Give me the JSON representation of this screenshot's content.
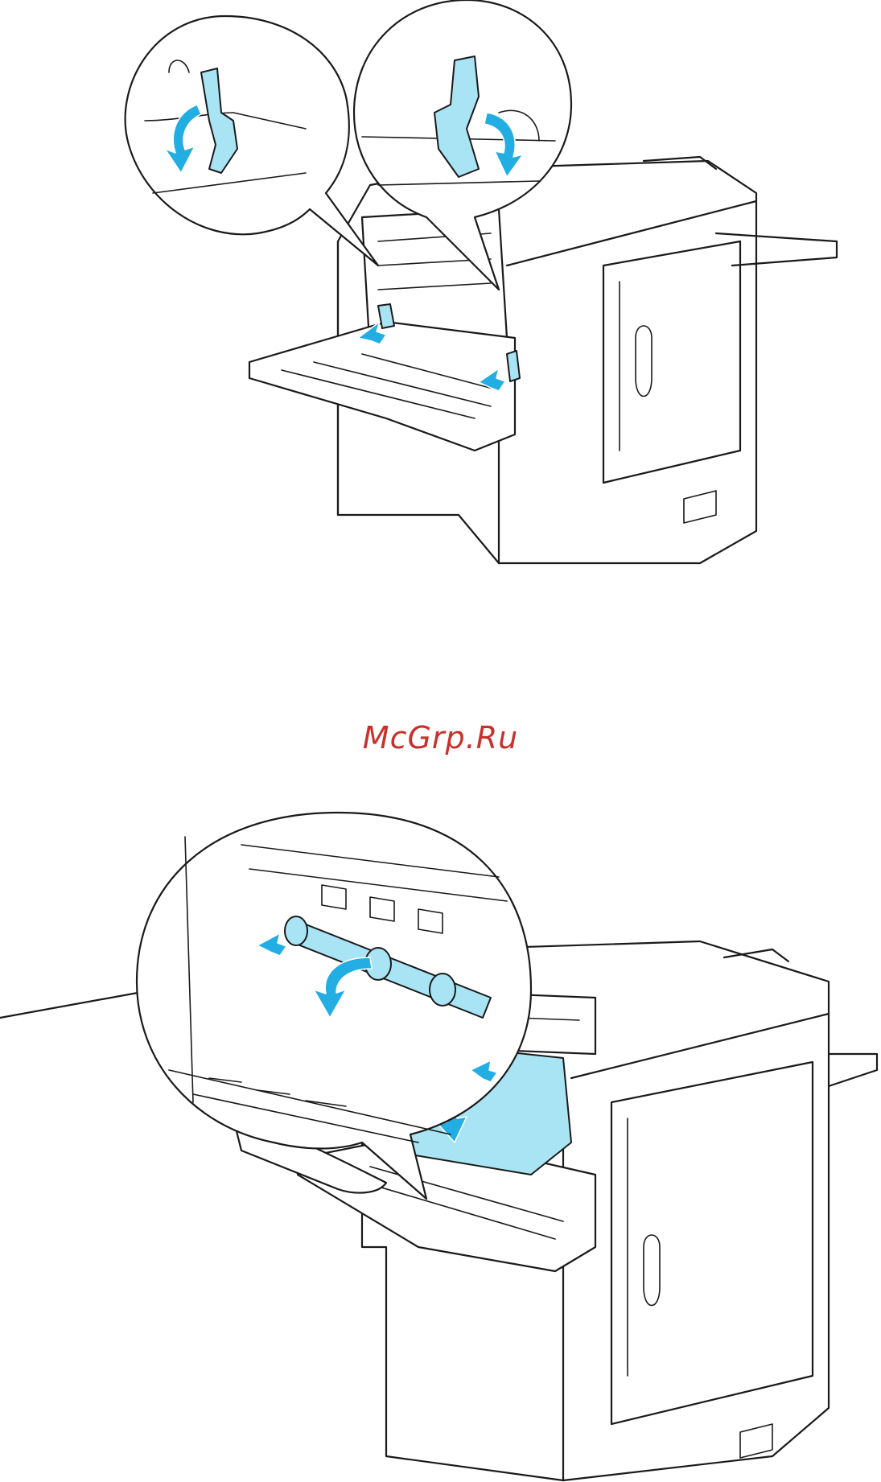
{
  "watermark": {
    "text": "McGrp.Ru",
    "color": "#c8302c"
  },
  "illustrations": {
    "top": {
      "depicts": "printer-rear-open-with-lever-callouts",
      "icons": [
        "lever-left-icon",
        "lever-right-icon",
        "down-arrow-icon"
      ]
    },
    "bottom": {
      "depicts": "printer-rear-paper-removal-with-roller-callout",
      "icons": [
        "roller-icon",
        "curved-arrow-icon",
        "paper-sheet-icon",
        "hand-icon"
      ]
    }
  },
  "colors": {
    "accent_blue": "#22aee3",
    "light_blue": "#a9e4f5",
    "line": "#1a1a1a"
  }
}
